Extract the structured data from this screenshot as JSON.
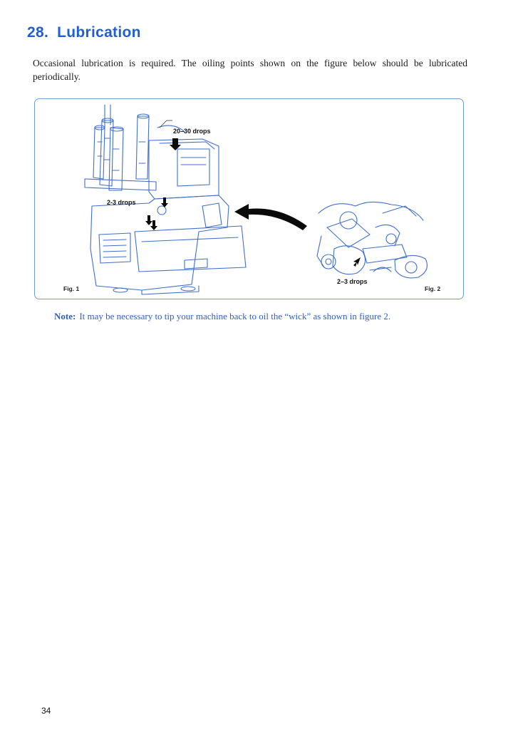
{
  "section": {
    "number": "28.",
    "title": "Lubrication"
  },
  "intro_text": "Occasional lubrication is required. The oiling points shown on the figure below should be lubricated periodically.",
  "figure": {
    "callout_top": "20–30 drops",
    "callout_left": "2-3 drops",
    "callout_right": "2–3 drops",
    "fig1_label": "Fig. 1",
    "fig2_label": "Fig. 2"
  },
  "note": {
    "label": "Note:",
    "text": "It may be necessary to tip your machine back to oil the “wick” as shown in figure 2."
  },
  "page_number": "34",
  "colors": {
    "heading": "#1f5fd6",
    "note": "#2a5fd0",
    "frame": "#6f9ce0",
    "illustration": "#3f6fcf"
  }
}
